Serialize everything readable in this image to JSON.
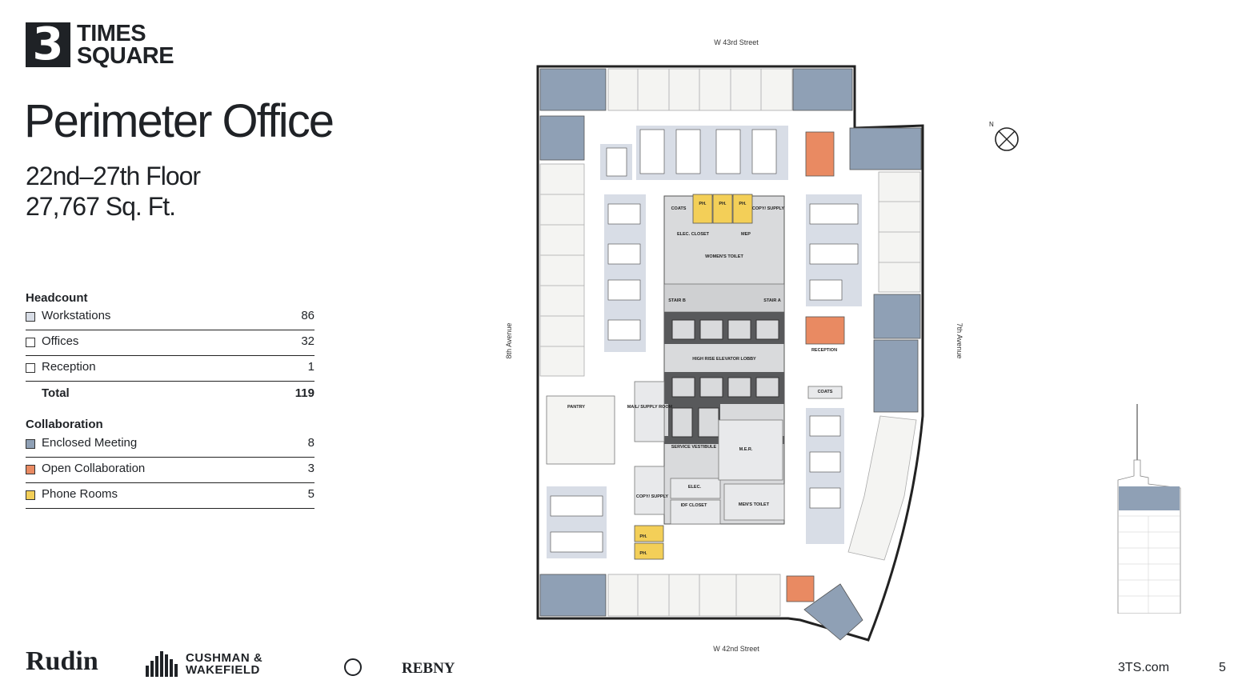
{
  "brand": {
    "logo_number": "3",
    "logo_line1": "TIMES",
    "logo_line2": "SQUARE"
  },
  "title": "Perimeter Office",
  "floor_range": "22nd–27th Floor",
  "area": "27,767 Sq. Ft.",
  "headcount": {
    "heading": "Headcount",
    "rows": [
      {
        "label": "Workstations",
        "value": "86",
        "color": "#d8dde6"
      },
      {
        "label": "Offices",
        "value": "32",
        "color": "#ffffff"
      },
      {
        "label": "Reception",
        "value": "1",
        "color": "#ffffff"
      }
    ],
    "total_label": "Total",
    "total_value": "119"
  },
  "collaboration": {
    "heading": "Collaboration",
    "rows": [
      {
        "label": "Enclosed Meeting",
        "value": "8",
        "color": "#8fa0b5"
      },
      {
        "label": "Open Collaboration",
        "value": "3",
        "color": "#e98a62"
      },
      {
        "label": "Phone Rooms",
        "value": "5",
        "color": "#f3cf58"
      }
    ]
  },
  "plan": {
    "street_north": "W 43rd Street",
    "street_south": "W 42nd Street",
    "street_west": "8th Avenue",
    "street_east": "7th Avenue",
    "compass_label": "N",
    "rooms": {
      "coats1": "COATS",
      "ph1": "PH.",
      "ph2": "PH.",
      "ph3": "PH.",
      "copy1": "COPY/ SUPPLY",
      "elec_closet": "ELEC. CLOSET",
      "mep": "MEP",
      "womens": "WOMEN'S TOILET",
      "stair_b": "STAIR B",
      "stair_a": "STAIR A",
      "reception": "RECEPTION",
      "lobby": "HIGH RISE ELEVATOR LOBBY",
      "coats2": "COATS",
      "pantry": "PANTRY",
      "mail": "MAIL/ SUPPLY ROOM",
      "service": "SERVICE VESTIBULE",
      "mer": "M.E.R.",
      "elec": "ELEC.",
      "copy2": "COPY/ SUPPLY",
      "idf": "IDF CLOSET",
      "mens": "MEN'S TOILET",
      "ph4": "PH.",
      "ph5": "PH."
    }
  },
  "footer": {
    "rudin": "Rudin",
    "cw_line1": "CUSHMAN &",
    "cw_line2": "WAKEFIELD",
    "rebny": "REBNY",
    "website": "3TS.com",
    "page_number": "5"
  },
  "colors": {
    "workstation": "#d8dde6",
    "enclosed_meeting": "#8fa0b5",
    "open_collab": "#e98a62",
    "phone_room": "#f3cf58",
    "core": "#58595b",
    "core_light": "#d9dadc"
  }
}
